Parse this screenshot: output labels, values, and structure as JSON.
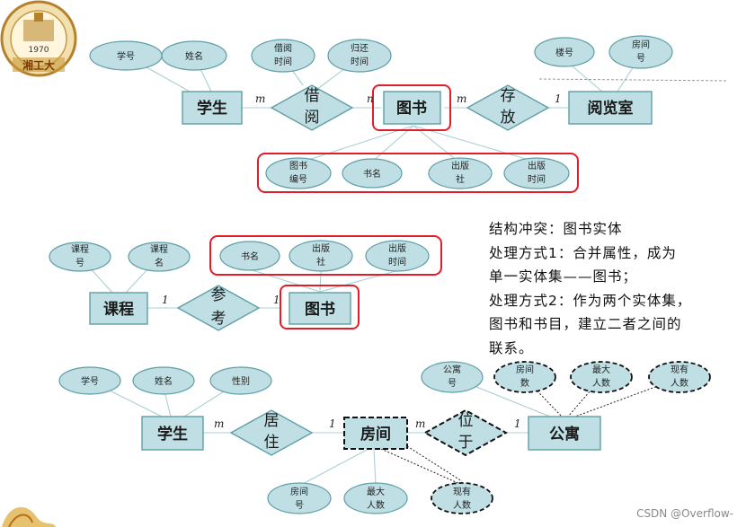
{
  "logo": {
    "year": "1970",
    "name": "湘工大"
  },
  "diagram1": {
    "entities": {
      "student": "学生",
      "book": "图书",
      "reading_room": "阅览室"
    },
    "relations": {
      "borrow": [
        "借",
        "阅"
      ],
      "store": [
        "存",
        "放"
      ]
    },
    "student_attrs": [
      "学号",
      "姓名"
    ],
    "borrow_attrs": [
      [
        "借阅",
        "时间"
      ],
      [
        "归还",
        "时间"
      ]
    ],
    "room_attrs": [
      "楼号",
      [
        "房间",
        "号"
      ]
    ],
    "book_attrs": [
      [
        "图书",
        "编号"
      ],
      [
        "书名"
      ],
      [
        "出版",
        "社"
      ],
      [
        "出版",
        "时间"
      ]
    ],
    "cardinality": {
      "student_borrow": "m",
      "borrow_book": "n",
      "book_store": "m",
      "store_room": "1"
    }
  },
  "diagram2": {
    "entities": {
      "course": "课程",
      "book": "图书"
    },
    "relation": [
      "参",
      "考"
    ],
    "course_attrs": [
      [
        "课程",
        "号"
      ],
      [
        "课程",
        "名"
      ]
    ],
    "book_attrs": [
      [
        "书名"
      ],
      [
        "出版",
        "社"
      ],
      [
        "出版",
        "时间"
      ]
    ],
    "cardinality": {
      "course_ref": "1",
      "ref_book": "1"
    }
  },
  "notes": [
    "结构冲突：图书实体",
    "处理方式1：合并属性，成为",
    "单一实体集——图书；",
    "处理方式2：作为两个实体集，",
    "图书和书目，建立二者之间的",
    "联系。"
  ],
  "diagram3": {
    "entities": {
      "student": "学生",
      "room": "房间",
      "dorm": "公寓"
    },
    "relations": {
      "live": [
        "居",
        "住"
      ],
      "locate": [
        "位",
        "于"
      ]
    },
    "student_attrs": [
      "学号",
      "姓名",
      "性别"
    ],
    "dorm_attrs": [
      [
        "公寓",
        "号"
      ],
      [
        "房间",
        "数"
      ],
      [
        "最大",
        "人数"
      ],
      [
        "现有",
        "人数"
      ]
    ],
    "room_attrs": [
      [
        "房间",
        "号"
      ],
      [
        "最大",
        "人数"
      ],
      [
        "现有",
        "人数"
      ]
    ],
    "cardinality": {
      "student_live": "m",
      "live_room": "1",
      "room_locate": "m",
      "locate_dorm": "1"
    }
  },
  "watermark": "CSDN @Overflow-"
}
